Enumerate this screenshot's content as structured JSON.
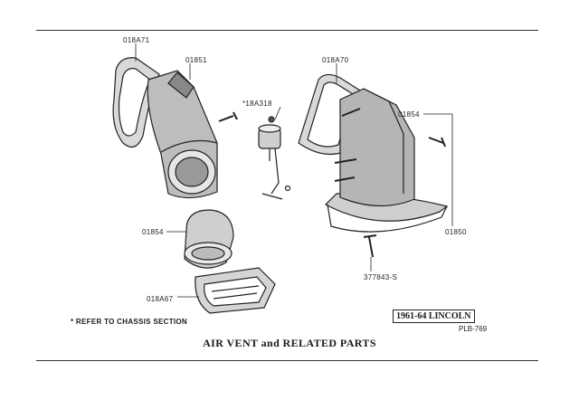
{
  "callouts": {
    "a": "018A71",
    "b": "01851",
    "c": "*18A318",
    "d": "018A70",
    "e": "01854",
    "f": "01854",
    "g": "01850",
    "h": "377843-S",
    "i": "018A67"
  },
  "footnote": "* REFER TO CHASSIS SECTION",
  "title": "AIR VENT and RELATED PARTS",
  "model": "1961-64 LINCOLN",
  "plate": "PLB-769"
}
